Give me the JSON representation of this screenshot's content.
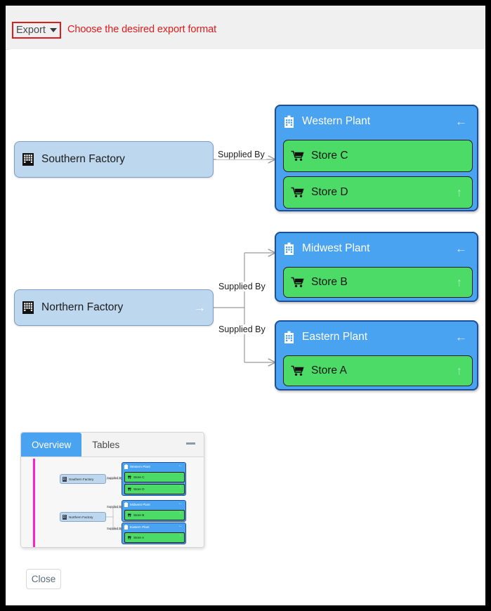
{
  "toolbar": {
    "export_label": "Export",
    "export_caret_icon": "chevron-down-icon",
    "hint_text": "Choose the desired export format",
    "highlight_color": "#e01b1b",
    "hint_color": "#e01b1b"
  },
  "diagram": {
    "factories": [
      {
        "label": "Southern Factory",
        "icon": "factory-building-icon",
        "trailing_arrow": ""
      },
      {
        "label": "Northern Factory",
        "icon": "factory-building-icon",
        "trailing_arrow": "→"
      }
    ],
    "groups": [
      {
        "label": "Western Plant",
        "icon": "plant-building-icon",
        "collapse_arrow": "←",
        "stores": [
          {
            "label": "Store C",
            "icon": "shopping-cart-icon",
            "up_arrow": ""
          },
          {
            "label": "Store D",
            "icon": "shopping-cart-icon",
            "up_arrow": "↑"
          }
        ]
      },
      {
        "label": "Midwest Plant",
        "icon": "plant-building-icon",
        "collapse_arrow": "←",
        "stores": [
          {
            "label": "Store B",
            "icon": "shopping-cart-icon",
            "up_arrow": "↑"
          }
        ]
      },
      {
        "label": "Eastern Plant",
        "icon": "plant-building-icon",
        "collapse_arrow": "←",
        "stores": [
          {
            "label": "Store A",
            "icon": "shopping-cart-icon",
            "up_arrow": "↑"
          }
        ]
      }
    ],
    "edges": [
      {
        "label": "Supplied By",
        "from": "Southern Factory",
        "to": "Western Plant"
      },
      {
        "label": "Supplied By",
        "from": "Northern Factory",
        "to": "Midwest Plant"
      },
      {
        "label": "Supplied By",
        "from": "Northern Factory",
        "to": "Eastern Plant"
      }
    ],
    "colors": {
      "factory_fill": "#bdd7ee",
      "group_fill": "#4aa3f0",
      "group_border": "#1f4e99",
      "store_fill": "#4ddb68",
      "edge_line": "#9a9a9a"
    }
  },
  "minimap": {
    "tabs": [
      {
        "label": "Overview",
        "active": true
      },
      {
        "label": "Tables",
        "active": false
      }
    ],
    "minimize_icon": "minimize-icon",
    "viewport_color": "#ff22cc",
    "factories": [
      {
        "label": "Southern Factory"
      },
      {
        "label": "Northern Factory"
      }
    ],
    "groups": [
      {
        "label": "Western Plant",
        "stores": [
          {
            "label": "Store C"
          },
          {
            "label": "Store D"
          }
        ]
      },
      {
        "label": "Midwest Plant",
        "stores": [
          {
            "label": "Store B"
          }
        ]
      },
      {
        "label": "Eastern Plant",
        "stores": [
          {
            "label": "Store A"
          }
        ]
      }
    ],
    "edge_labels": [
      "Supplied By",
      "Supplied By",
      "Supplied By"
    ]
  },
  "footer": {
    "close_label": "Close"
  }
}
